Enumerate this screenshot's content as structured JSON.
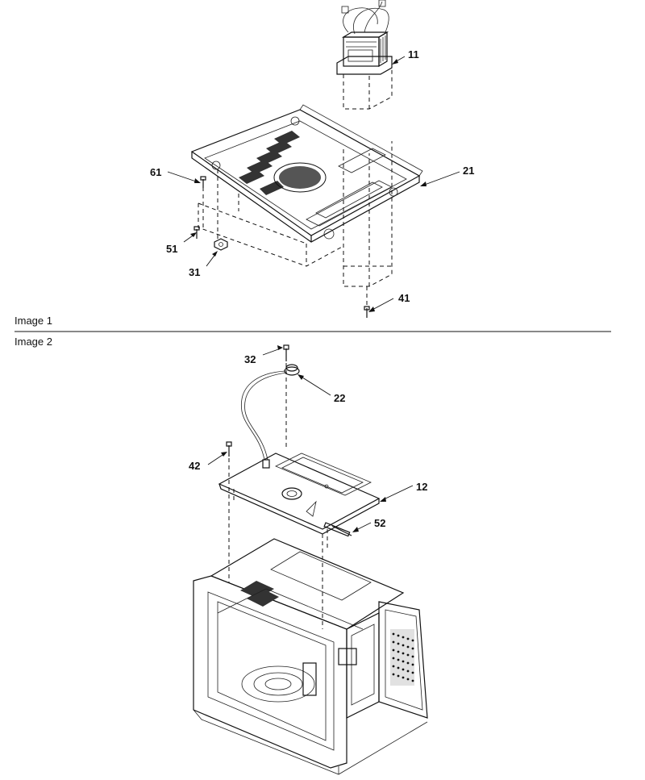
{
  "figures": [
    {
      "caption": "Image 1",
      "callouts": [
        {
          "id": "c11",
          "label": "11"
        },
        {
          "id": "c21",
          "label": "21"
        },
        {
          "id": "c31",
          "label": "31"
        },
        {
          "id": "c41",
          "label": "41"
        },
        {
          "id": "c51",
          "label": "51"
        },
        {
          "id": "c61",
          "label": "61"
        }
      ]
    },
    {
      "caption": "Image 2",
      "callouts": [
        {
          "id": "c12",
          "label": "12"
        },
        {
          "id": "c22",
          "label": "22"
        },
        {
          "id": "c32",
          "label": "32"
        },
        {
          "id": "c42",
          "label": "42"
        },
        {
          "id": "c52",
          "label": "52"
        }
      ]
    }
  ]
}
